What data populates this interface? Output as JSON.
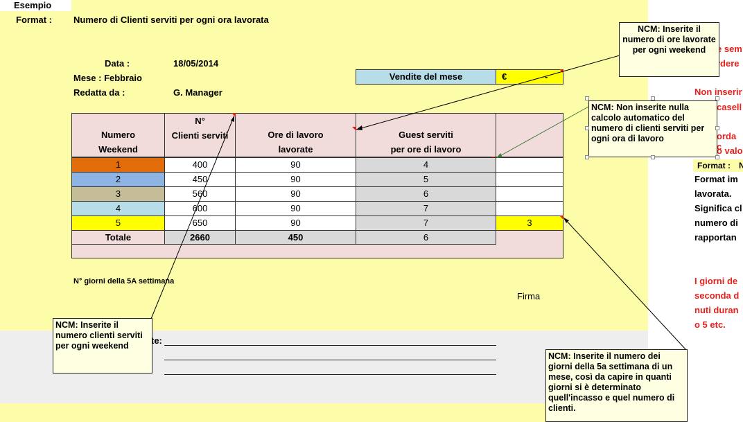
{
  "sheet": {
    "esempio": "Esempio",
    "format_label": "Format :",
    "format_value": "Numero di Clienti serviti per ogni ora lavorata",
    "data_label": "Data :",
    "data_value": "18/05/2014",
    "mese": "Mese : Febbraio",
    "redatta_label": "Redatta da :",
    "redatta_value": "G. Manager",
    "vendite_label": "Vendite del mese",
    "vendite_currency": "€",
    "vendite_value": "-",
    "giorni_label": "N° giorni della 5A settimana",
    "firma": "Firma",
    "note_label_partial": "te:"
  },
  "table": {
    "headers": {
      "col1_l1": "Numero",
      "col1_l2": "Weekend",
      "col2_l1": "N°",
      "col2_l2": "Clienti serviti",
      "col3_l1": "Ore di lavoro",
      "col3_l2": "lavorate",
      "col4_l1": "Guest serviti",
      "col4_l2": "per ore di lavoro"
    },
    "rows": [
      {
        "weekend": "1",
        "clienti": "400",
        "ore": "90",
        "guest": "4",
        "extra": "",
        "color": "#e26b0a"
      },
      {
        "weekend": "2",
        "clienti": "450",
        "ore": "90",
        "guest": "5",
        "extra": "",
        "color": "#8db4e2"
      },
      {
        "weekend": "3",
        "clienti": "560",
        "ore": "90",
        "guest": "6",
        "extra": "",
        "color": "#c4bd97"
      },
      {
        "weekend": "4",
        "clienti": "600",
        "ore": "90",
        "guest": "7",
        "extra": "",
        "color": "#b7dee8"
      },
      {
        "weekend": "5",
        "clienti": "650",
        "ore": "90",
        "guest": "7",
        "extra": "3",
        "color": "#ffff00"
      }
    ],
    "totale": {
      "label": "Totale",
      "clienti": "2660",
      "ore": "450",
      "guest": "6"
    }
  },
  "comments": {
    "ore": "NCM: Inserite il numero di ore lavorate per ogni weekend",
    "guest": "NCM: Non inserite nulla calcolo automatico del numero di clienti serviti per ogni ora di lavoro",
    "clienti": "NCM: Inserite il numero clienti serviti per ogni weekend",
    "giorni": "NCM: Inserite il numero dei giorni della 5a settimana di un mese, così da capire in quanti giorni si è determinato quell'incasso e quel numero di clienti."
  },
  "side_text": {
    "l1": "e sem",
    "l2": "rdere",
    "l3": "Non inserir",
    "l4": "casell",
    "l5": "orda c",
    "l6": "o valo",
    "format_label": "Format :",
    "format_cut": "N",
    "b1": "Format im",
    "b2": "lavorata.",
    "b3": "Significa cl",
    "b4": "numero di",
    "b5": "rapportan",
    "r1": "I giorni de",
    "r2": "seconda d",
    "r3": "nuti duran",
    "r4": " o 5 etc."
  }
}
